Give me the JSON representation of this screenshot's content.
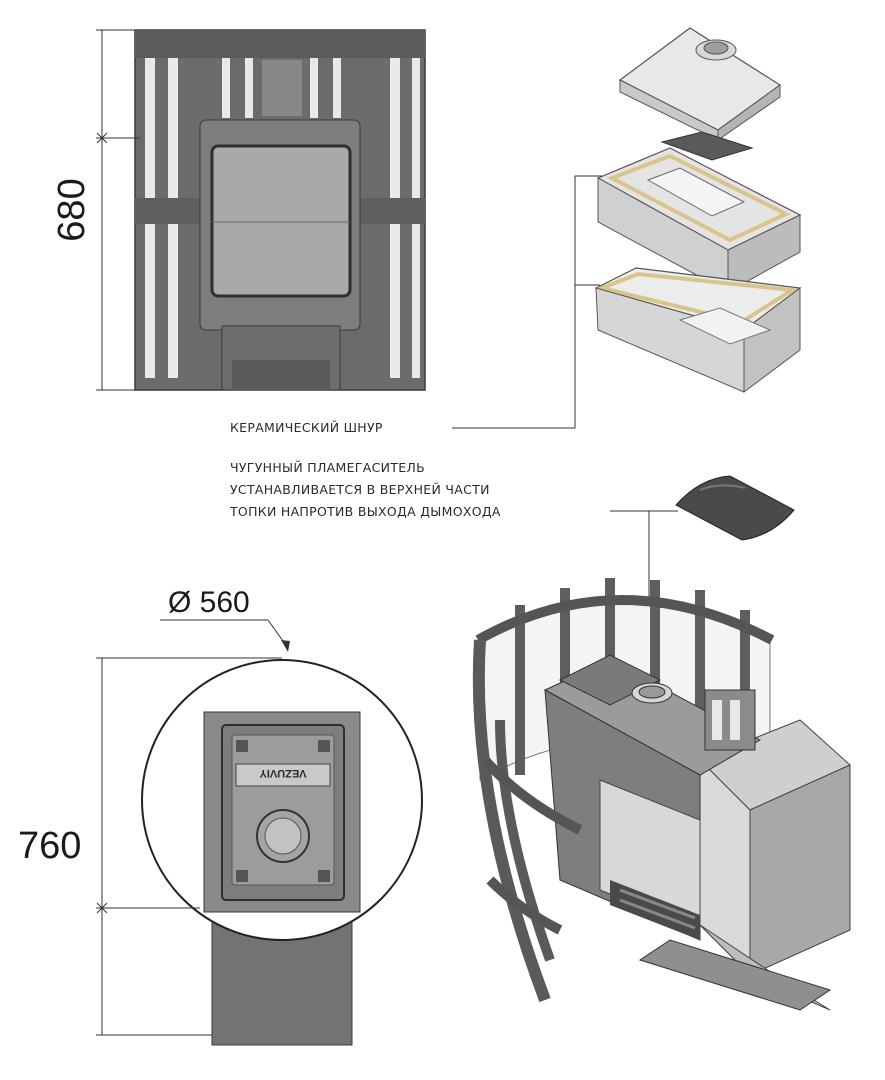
{
  "dimensions": {
    "front_height": "680",
    "diameter": "Ø 560",
    "top_height": "760"
  },
  "callouts": {
    "ceramic_cord": "КЕРАМИЧЕСКИЙ ШНУР",
    "flame_arrester_lines": [
      "ЧУГУННЫЙ ПЛАМЕГАСИТЕЛЬ",
      "УСТАНАВЛИВАЕТСЯ В ВЕРХНЕЙ ЧАСТИ",
      "ТОПКИ НАПРОТИВ ВЫХОДА ДЫМОХОДА"
    ]
  },
  "brand_logo": "VEZUVIY",
  "colors": {
    "metal": "#6b6b6b",
    "metal_light": "#9a9a9a",
    "metal_dark": "#474747",
    "cast_light": "#e6e6e6",
    "cord": "#d9c48a",
    "line": "#333333"
  }
}
